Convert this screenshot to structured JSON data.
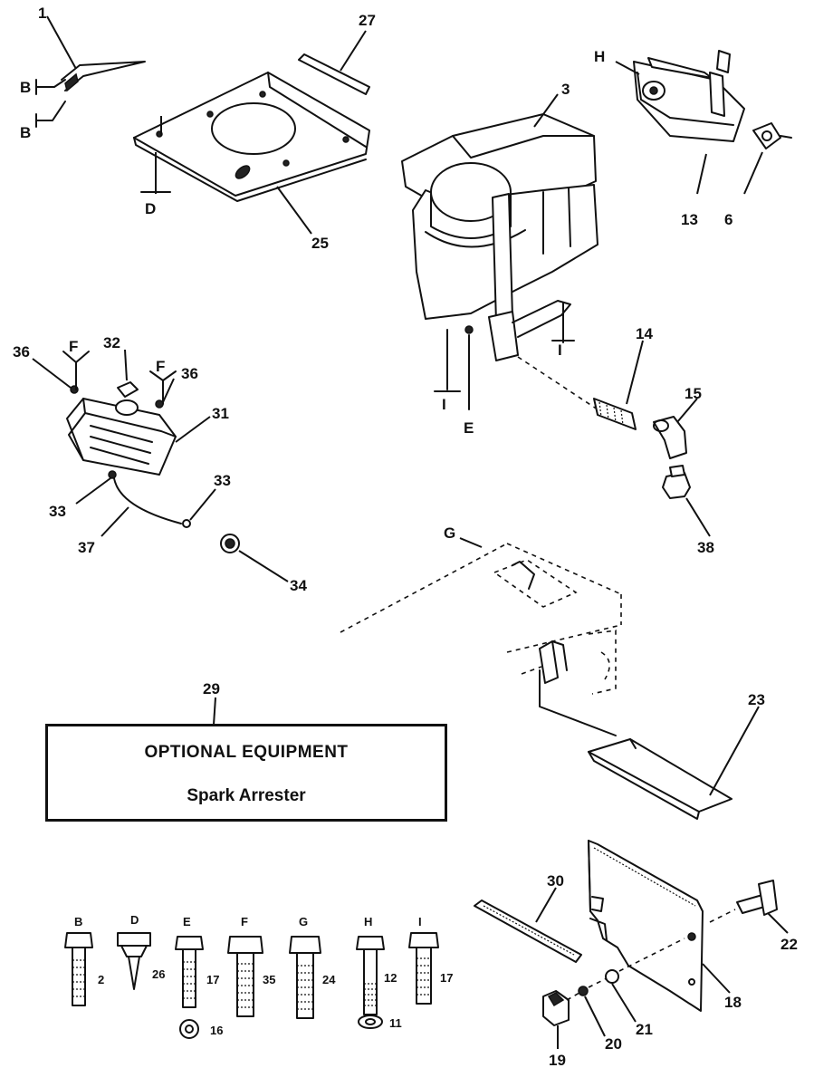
{
  "labels": {
    "p1": "1",
    "p27": "27",
    "p3": "3",
    "p13": "13",
    "p6": "6",
    "p25": "25",
    "p36a": "36",
    "p32": "32",
    "p36b": "36",
    "p31": "31",
    "p33a": "33",
    "p33b": "33",
    "p37": "37",
    "p34": "34",
    "p14": "14",
    "p15": "15",
    "p38": "38",
    "p29": "29",
    "p23": "23",
    "p30": "30",
    "p22": "22",
    "p18": "18",
    "p21": "21",
    "p20": "20",
    "p19": "19",
    "f2": "2",
    "f26": "26",
    "f17a": "17",
    "f35": "35",
    "f24": "24",
    "f12": "12",
    "f17b": "17",
    "f16": "16",
    "f11": "11"
  },
  "refs": {
    "B1": "B",
    "B2": "B",
    "D": "D",
    "F1": "F",
    "F2": "F",
    "I1": "I",
    "I2": "I",
    "E": "E",
    "H": "H",
    "G": "G"
  },
  "fastener_letters": [
    "B",
    "D",
    "E",
    "F",
    "G",
    "H",
    "I"
  ],
  "optional_equipment": {
    "title": "OPTIONAL EQUIPMENT",
    "item": "Spark Arrester"
  }
}
